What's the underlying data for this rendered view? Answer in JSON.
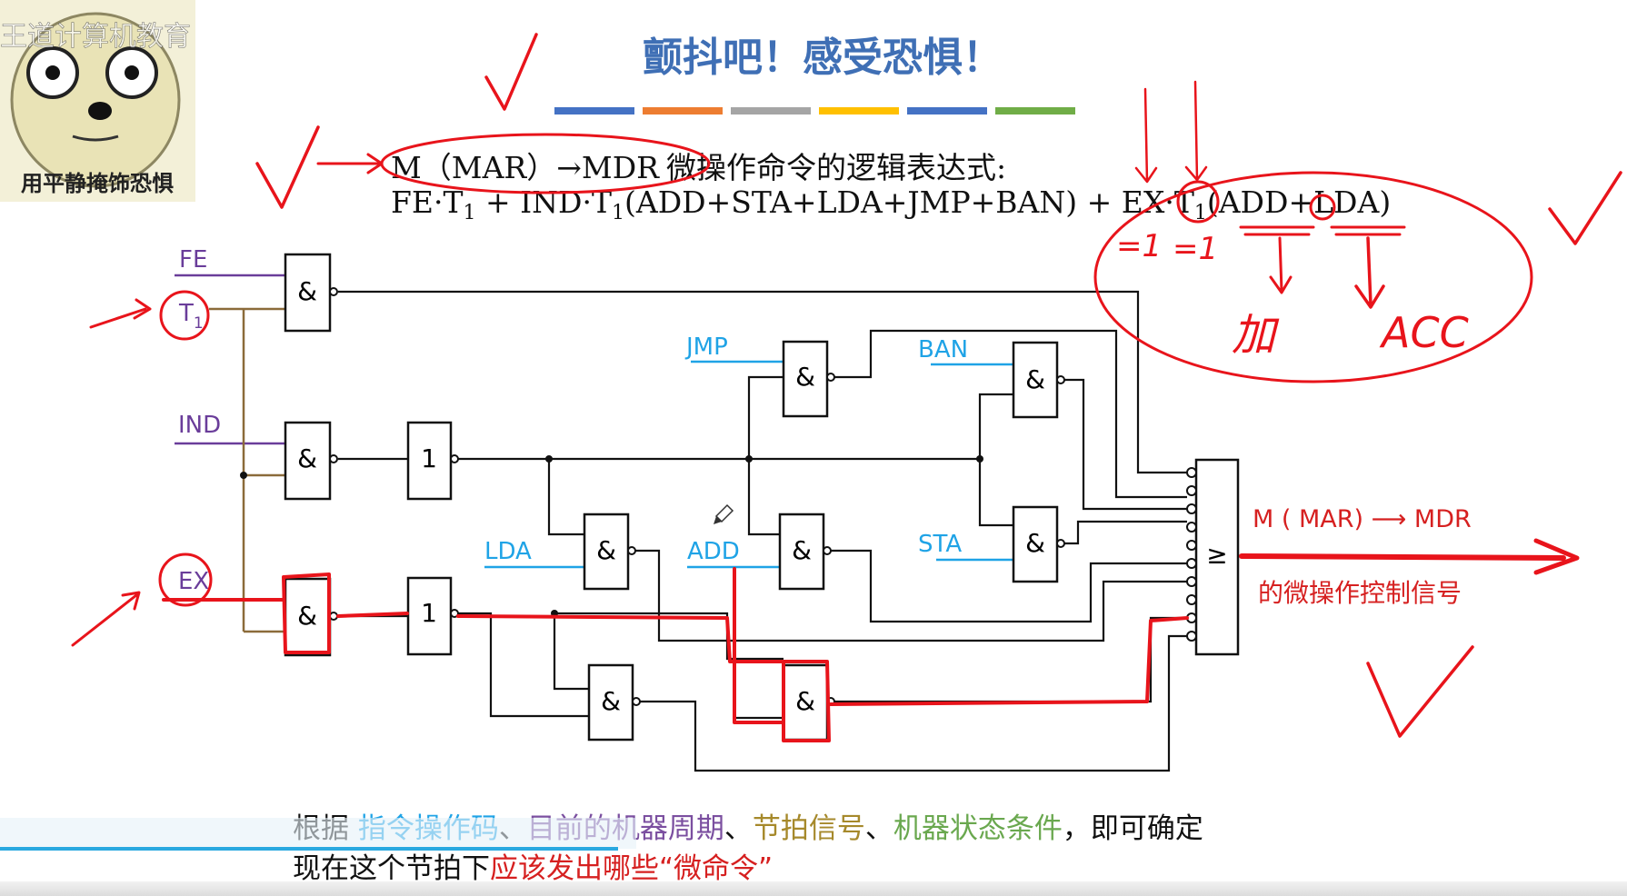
{
  "watermark": "王道计算机教育",
  "meme": {
    "caption": "用平静掩饰恐惧"
  },
  "title": "颤抖吧！感受恐惧！",
  "title_bar_colors": [
    "#4472c4",
    "#ed7d31",
    "#a5a5a5",
    "#ffc000",
    "#4472c4",
    "#70ad47"
  ],
  "heading": {
    "prefix": "M（MAR）→MDR",
    "suffix": "微操作命令的逻辑表达式:"
  },
  "expression": {
    "pre": "FE·T",
    "sub1": "1",
    "mid1": " + IND·T",
    "sub2": "1",
    "mid2": "(ADD+STA+LDA+JMP+BAN) + EX·T",
    "sub3": "1",
    "end": "(ADD+LDA)"
  },
  "signals": {
    "fe": "FE",
    "t": "T",
    "t_sub": "1",
    "ind": "IND",
    "ex": "EX",
    "jmp": "JMP",
    "ban": "BAN",
    "lda": "LDA",
    "add": "ADD",
    "sta": "STA"
  },
  "gates": {
    "and": "&",
    "or": "1",
    "ge": "≥"
  },
  "output": {
    "line1": "M ( MAR)  ⟶  MDR",
    "line2": "的微操作控制信号"
  },
  "handwriting": {
    "eq1a": "=1",
    "eq1b": "=1",
    "jia": "加",
    "acc": "ACC"
  },
  "caption": {
    "p1": "根据 ",
    "k1": "指令操作码",
    "s1": "、",
    "k2": "目前的机器周期",
    "s2": "、",
    "k3": "节拍信号",
    "s3": "、",
    "k4": "机器状态条件",
    "p2": "，即可确定",
    "line2_pre": "现在这个节拍下",
    "line2_red": "应该发出哪些“微命令”"
  },
  "colors": {
    "title": "#3f6fb5",
    "signal_purple": "#6a3d9a",
    "signal_blue": "#1fa3e6",
    "brown": "#8b6b3a",
    "ink_red": "#e8141b",
    "output_red": "#d62020",
    "k_blue": "#1fa3e6",
    "k_purple": "#7b4fa0",
    "k_olive": "#a6892b",
    "k_green": "#6aa84f"
  }
}
